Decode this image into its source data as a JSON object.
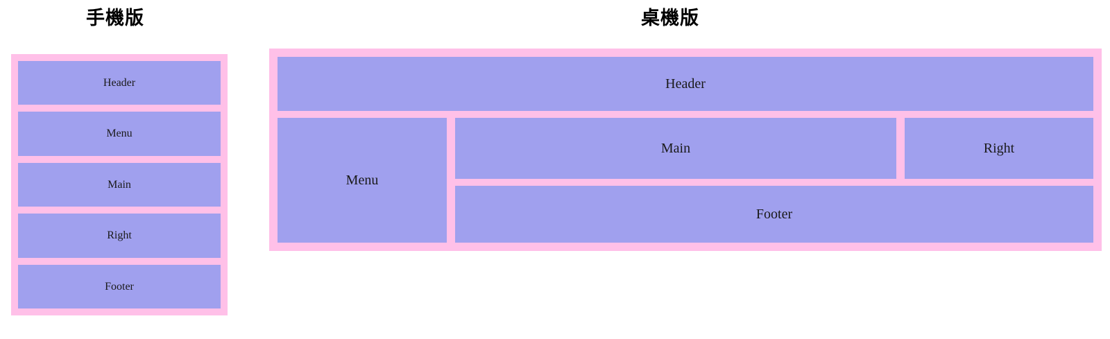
{
  "page": {
    "background_color": "#ffffff",
    "frame_color": "#ffc0e8",
    "block_color": "#a0a0ee",
    "text_color": "#1a1a1a"
  },
  "mobile": {
    "title": "手機版",
    "blocks": [
      {
        "label": "Header"
      },
      {
        "label": "Menu"
      },
      {
        "label": "Main"
      },
      {
        "label": "Right"
      },
      {
        "label": "Footer"
      }
    ]
  },
  "desktop": {
    "title": "桌機版",
    "header": {
      "label": "Header"
    },
    "menu": {
      "label": "Menu"
    },
    "main": {
      "label": "Main"
    },
    "right": {
      "label": "Right"
    },
    "footer": {
      "label": "Footer"
    }
  }
}
